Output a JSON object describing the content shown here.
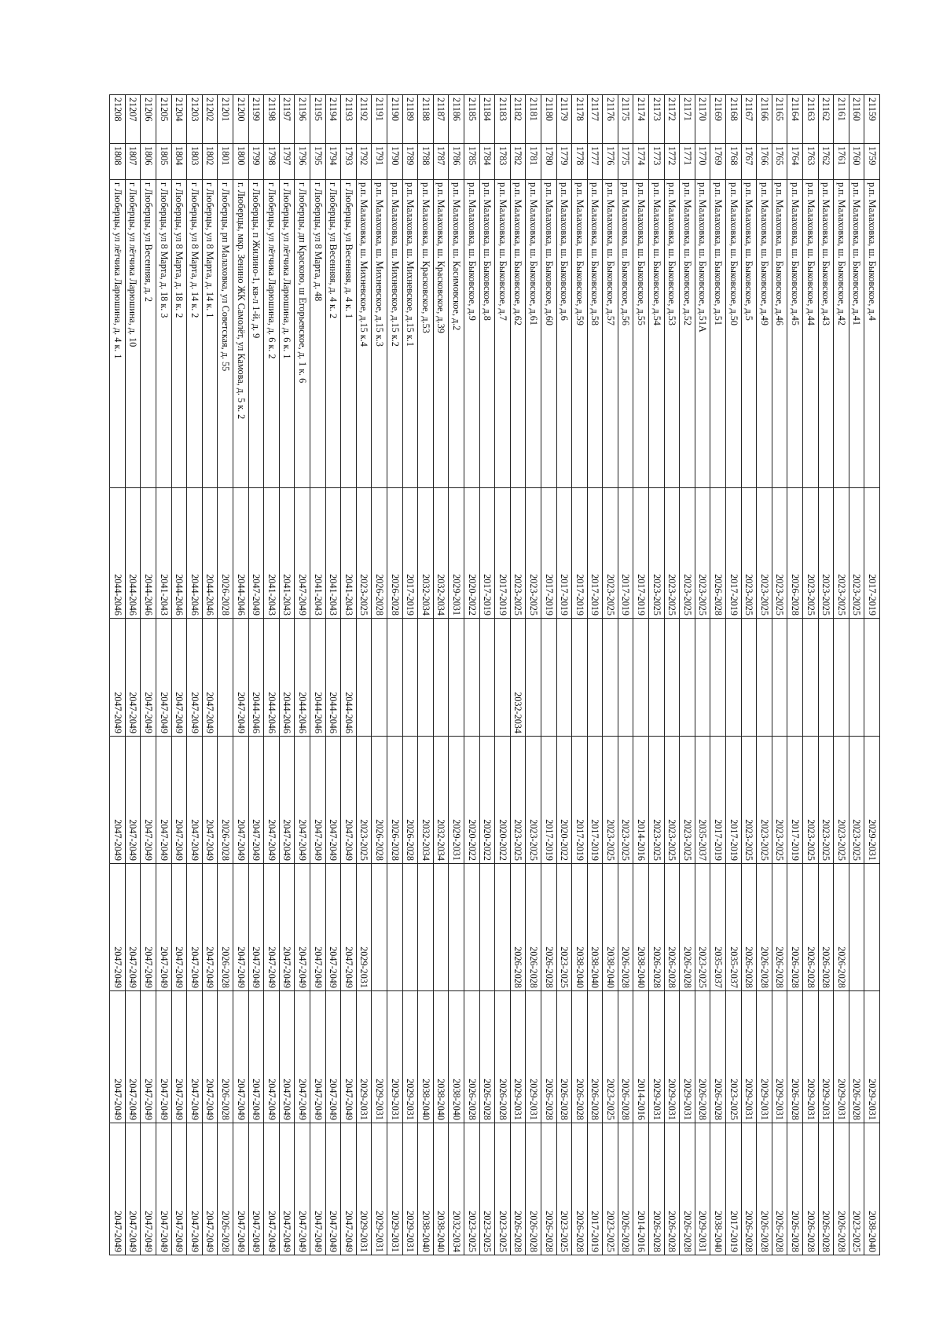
{
  "table": {
    "rows": [
      [
        "21159",
        "1759",
        "р.п. Малаховка, ш. Быковское, д.4",
        "2017-2019",
        "",
        "2029-2031",
        "",
        "2029-2031",
        "2038-2040"
      ],
      [
        "21160",
        "1760",
        "р.п. Малаховка, ш. Быковское, д.41",
        "2023-2025",
        "",
        "2023-2025",
        "",
        "2026-2028",
        "2023-2025"
      ],
      [
        "21161",
        "1761",
        "р.п. Малаховка, ш. Быковское, д.42",
        "2023-2025",
        "",
        "2023-2025",
        "2026-2028",
        "2029-2031",
        "2026-2028"
      ],
      [
        "21162",
        "1762",
        "р.п. Малаховка, ш. Быковское, д.43",
        "2023-2025",
        "",
        "2023-2025",
        "2026-2028",
        "2029-2031",
        "2026-2028"
      ],
      [
        "21163",
        "1763",
        "р.п. Малаховка, ш. Быковское, д.44",
        "2023-2025",
        "",
        "2023-2025",
        "2026-2028",
        "2029-2031",
        "2026-2028"
      ],
      [
        "21164",
        "1764",
        "р.п. Малаховка, ш. Быковское, д.45",
        "2026-2028",
        "",
        "2017-2019",
        "2026-2028",
        "2026-2028",
        "2026-2028"
      ],
      [
        "21165",
        "1765",
        "р.п. Малаховка, ш. Быковское, д.46",
        "2023-2025",
        "",
        "2023-2025",
        "2026-2028",
        "2029-2031",
        "2026-2028"
      ],
      [
        "21166",
        "1766",
        "р.п. Малаховка, ш. Быковское, д.49",
        "2023-2025",
        "",
        "2023-2025",
        "2026-2028",
        "2029-2031",
        "2026-2028"
      ],
      [
        "21167",
        "1767",
        "р.п. Малаховка, ш. Быковское, д.5",
        "2023-2025",
        "",
        "2023-2025",
        "2026-2028",
        "2029-2031",
        "2026-2028"
      ],
      [
        "21168",
        "1768",
        "р.п. Малаховка, ш. Быковское, д.50",
        "2017-2019",
        "",
        "2017-2019",
        "2035-2037",
        "2023-2025",
        "2017-2019"
      ],
      [
        "21169",
        "1769",
        "р.п. Малаховка, ш. Быковское, д.51",
        "2026-2028",
        "",
        "2017-2019",
        "2035-2037",
        "2026-2028",
        "2038-2040"
      ],
      [
        "21170",
        "1770",
        "р.п. Малаховка, ш. Быковское, д.51А",
        "2023-2025",
        "",
        "2035-2037",
        "2023-2025",
        "2026-2028",
        "2029-2031"
      ],
      [
        "21171",
        "1771",
        "р.п. Малаховка, ш. Быковское, д.52",
        "2023-2025",
        "",
        "2023-2025",
        "2026-2028",
        "2029-2031",
        "2026-2028"
      ],
      [
        "21172",
        "1772",
        "р.п. Малаховка, ш. Быковское, д.53",
        "2023-2025",
        "",
        "2023-2025",
        "2026-2028",
        "2029-2031",
        "2026-2028"
      ],
      [
        "21173",
        "1773",
        "р.п. Малаховка, ш. Быковское, д.54",
        "2023-2025",
        "",
        "2023-2025",
        "2026-2028",
        "2029-2031",
        "2026-2028"
      ],
      [
        "21174",
        "1774",
        "р.п. Малаховка, ш. Быковское, д.55",
        "2017-2019",
        "",
        "2014-2016",
        "2038-2040",
        "2014-2016",
        "2014-2016"
      ],
      [
        "21175",
        "1775",
        "р.п. Малаховка, ш. Быковское, д.56",
        "2017-2019",
        "",
        "2023-2025",
        "2026-2028",
        "2026-2028",
        "2026-2028"
      ],
      [
        "21176",
        "1776",
        "р.п. Малаховка, ш. Быковское, д.57",
        "2023-2025",
        "",
        "2023-2025",
        "2038-2040",
        "2023-2025",
        "2023-2025"
      ],
      [
        "21177",
        "1777",
        "р.п. Малаховка, ш. Быковское, д.58",
        "2017-2019",
        "",
        "2017-2019",
        "2038-2040",
        "2026-2028",
        "2017-2019"
      ],
      [
        "21178",
        "1778",
        "р.п. Малаховка, ш. Быковское, д.59",
        "2017-2019",
        "",
        "2017-2019",
        "2038-2040",
        "2026-2028",
        "2026-2028"
      ],
      [
        "21179",
        "1779",
        "р.п. Малаховка, ш. Быковское, д.6",
        "2017-2019",
        "",
        "2020-2022",
        "2023-2025",
        "2026-2028",
        "2023-2025"
      ],
      [
        "21180",
        "1780",
        "р.п. Малаховка, ш. Быковское, д.60",
        "2017-2019",
        "",
        "2017-2019",
        "2026-2028",
        "2026-2028",
        "2026-2028"
      ],
      [
        "21181",
        "1781",
        "р.п. Малаховка, ш. Быковское, д.61",
        "2023-2025",
        "",
        "2023-2025",
        "2026-2028",
        "2029-2031",
        "2026-2028"
      ],
      [
        "21182",
        "1782",
        "р.п. Малаховка, ш. Быковское, д.62",
        "2023-2025",
        "2032-2034",
        "2023-2025",
        "2026-2028",
        "2029-2031",
        "2026-2028"
      ],
      [
        "21183",
        "1783",
        "р.п. Малаховка, ш. Быковское, д.7",
        "2017-2019",
        "",
        "2020-2022",
        "",
        "2026-2028",
        "2023-2025"
      ],
      [
        "21184",
        "1784",
        "р.п. Малаховка, ш. Быковское, д.8",
        "2017-2019",
        "",
        "2020-2022",
        "",
        "2026-2028",
        "2023-2025"
      ],
      [
        "21185",
        "1785",
        "р.п. Малаховка, ш. Быковское, д.9",
        "2020-2022",
        "",
        "2020-2022",
        "",
        "2026-2028",
        "2023-2025"
      ],
      [
        "21186",
        "1786",
        "р.п. Малаховка, ш. Касимовское, д.2",
        "2029-2031",
        "",
        "2029-2031",
        "",
        "2038-2040",
        "2032-2034"
      ],
      [
        "21187",
        "1787",
        "р.п. Малаховка, ш. Красковское, д.39",
        "2032-2034",
        "",
        "2032-2034",
        "",
        "2038-2040",
        "2038-2040"
      ],
      [
        "21188",
        "1788",
        "р.п. Малаховка, ш. Красковское, д.53",
        "2032-2034",
        "",
        "2032-2034",
        "",
        "2038-2040",
        "2038-2040"
      ],
      [
        "21189",
        "1789",
        "р.п. Малаховка, ш. Михневское, д.15 к.1",
        "2017-2019",
        "",
        "2026-2028",
        "",
        "2029-2031",
        "2029-2031"
      ],
      [
        "21190",
        "1790",
        "р.п. Малаховка, ш. Михневское, д.15 к.2",
        "2026-2028",
        "",
        "2026-2028",
        "",
        "2029-2031",
        "2029-2031"
      ],
      [
        "21191",
        "1791",
        "р.п. Малаховка, ш. Михневское, д.15 к.3",
        "2026-2028",
        "",
        "2026-2028",
        "",
        "2029-2031",
        "2029-2031"
      ],
      [
        "21192",
        "1792",
        "р.п. Малаховка, ш. Михневское, д.15 к.4",
        "2023-2025",
        "",
        "2023-2025",
        "2029-2031",
        "2029-2031",
        "2029-2031"
      ],
      [
        "21193",
        "1793",
        "г Люберцы, ул Весенняя, д. 4 к. 1",
        "2041-2043",
        "2044-2046",
        "2047-2049",
        "2047-2049",
        "2047-2049",
        "2047-2049"
      ],
      [
        "21194",
        "1794",
        "г Люберцы, ул Весенняя, д. 4 к. 2",
        "2041-2043",
        "2044-2046",
        "2047-2049",
        "2047-2049",
        "2047-2049",
        "2047-2049"
      ],
      [
        "21195",
        "1795",
        "г Люберцы, ул 8 Марта, д. 48",
        "2041-2043",
        "2044-2046",
        "2047-2049",
        "2047-2049",
        "2047-2049",
        "2047-2049"
      ],
      [
        "21196",
        "1796",
        "г Люберцы, дп Красково, ш Егорьевское, д. 1 к. 6",
        "2047-2049",
        "2044-2046",
        "2047-2049",
        "2047-2049",
        "2047-2049",
        "2047-2049"
      ],
      [
        "21197",
        "1797",
        "г Люберцы, ул лётчика Ларюшина, д. 6 к. 1",
        "2041-2043",
        "2044-2046",
        "2047-2049",
        "2047-2049",
        "2047-2049",
        "2047-2049"
      ],
      [
        "21198",
        "1798",
        "г Люберцы, ул лётчика Ларюшина, д. 6 к. 2",
        "2041-2043",
        "2044-2046",
        "2047-2049",
        "2047-2049",
        "2047-2049",
        "2047-2049"
      ],
      [
        "21199",
        "1799",
        "г Люберцы, п Жилино-1, кв-л 1-й, д. 9",
        "2047-2049",
        "2044-2046",
        "2047-2049",
        "2047-2049",
        "2047-2049",
        "2047-2049"
      ],
      [
        "21200",
        "1800",
        "г. Люберцы, мкр. Зенино ЖК Самолёт, ул Камова, д. 5 к. 2",
        "2044-2046",
        "2047-2049",
        "2047-2049",
        "2047-2049",
        "2047-2049",
        "2047-2049"
      ],
      [
        "21201",
        "1801",
        "г Люберцы, рп Малаховка, ул Советская, д. 55",
        "2026-2028",
        "",
        "2026-2028",
        "2026-2028",
        "2026-2028",
        "2026-2028"
      ],
      [
        "21202",
        "1802",
        "г Люберцы, ул 8 Марта, д. 14 к. 1",
        "2044-2046",
        "2047-2049",
        "2047-2049",
        "2047-2049",
        "2047-2049",
        "2047-2049"
      ],
      [
        "21203",
        "1803",
        "г Люберцы, ул 8 Марта, д. 14 к. 2",
        "2044-2046",
        "2047-2049",
        "2047-2049",
        "2047-2049",
        "2047-2049",
        "2047-2049"
      ],
      [
        "21204",
        "1804",
        "г Люберцы, ул 8 Марта, д. 18 к. 2",
        "2044-2046",
        "2047-2049",
        "2047-2049",
        "2047-2049",
        "2047-2049",
        "2047-2049"
      ],
      [
        "21205",
        "1805",
        "г Люберцы, ул 8 Марта, д. 18 к. 3",
        "2041-2043",
        "2047-2049",
        "2047-2049",
        "2047-2049",
        "2047-2049",
        "2047-2049"
      ],
      [
        "21206",
        "1806",
        "г Люберцы, ул Весенняя, д. 2",
        "2044-2046",
        "2047-2049",
        "2047-2049",
        "2047-2049",
        "2047-2049",
        "2047-2049"
      ],
      [
        "21207",
        "1807",
        "г Люберцы, ул лётчика Ларюшина, д. 10",
        "2044-2046",
        "2047-2049",
        "2047-2049",
        "2047-2049",
        "2047-2049",
        "2047-2049"
      ],
      [
        "21208",
        "1808",
        "г Люберцы, ул лётчика Ларюшина, д. 4 к. 1",
        "2044-2046",
        "2047-2049",
        "2047-2049",
        "2047-2049",
        "2047-2049",
        "2047-2049"
      ]
    ]
  }
}
